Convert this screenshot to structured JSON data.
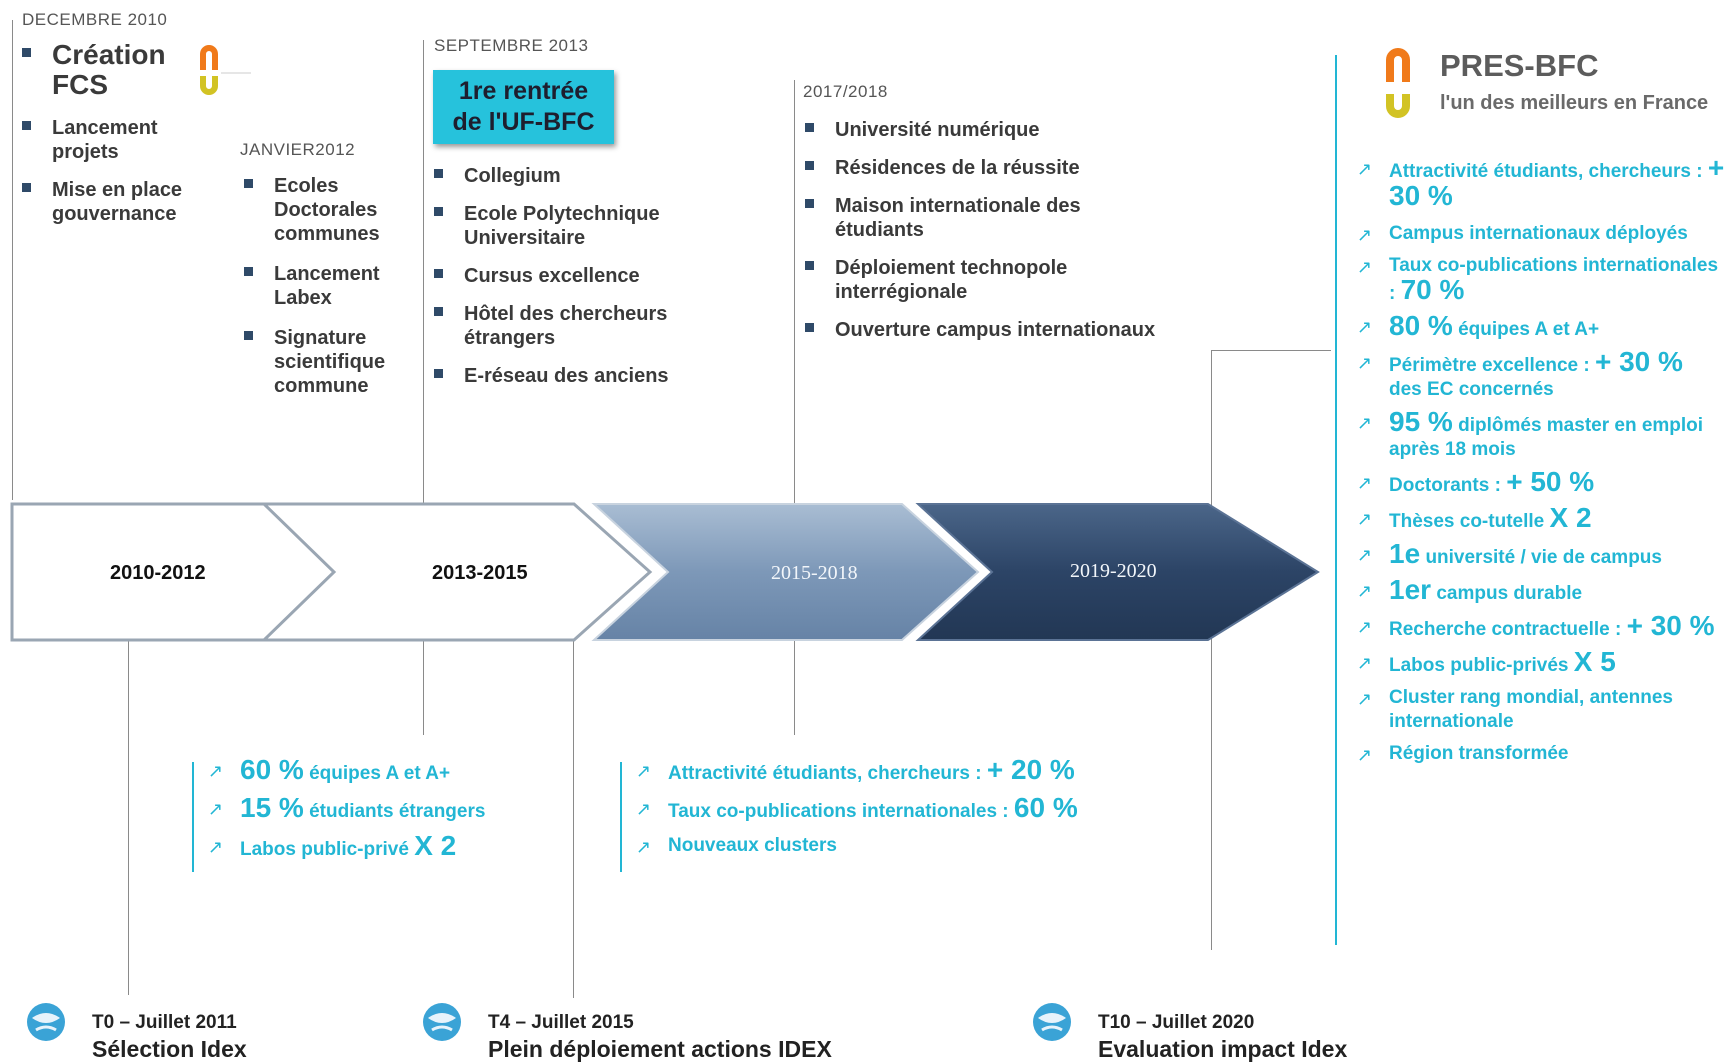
{
  "top_left": {
    "date": "DECEMBRE 2010",
    "creation_line1": "Création",
    "creation_line2": "FCS",
    "items": [
      "Lancement projets",
      "Mise en place gouvernance"
    ]
  },
  "jan2012": {
    "date": "JANVIER2012",
    "items": [
      "Ecoles Doctorales communes",
      "Lancement Labex",
      "Signature scientifique commune"
    ]
  },
  "sept2013": {
    "date": "SEPTEMBRE 2013",
    "box_line1": "1re rentrée",
    "box_line2": "de l'UF-BFC",
    "items": [
      "Collegium",
      "Ecole Polytechnique Universitaire",
      "Cursus excellence",
      "Hôtel des chercheurs étrangers",
      "E-réseau des anciens"
    ]
  },
  "y2017": {
    "date": "2017/2018",
    "items": [
      "Université numérique",
      "Résidences de la réussite",
      "Maison internationale des étudiants",
      "Déploiement technopole interrégionale",
      "Ouverture campus internationaux"
    ]
  },
  "pres": {
    "title": "PRES-BFC",
    "subtitle": "l'un des meilleurs en France",
    "targets": [
      {
        "text": "Attractivité étudiants, chercheurs : ",
        "big": "+ 30 %"
      },
      {
        "text": "Campus internationaux déployés",
        "big": ""
      },
      {
        "text": "Taux co-publications internationales : ",
        "big": "70 %"
      },
      {
        "text": "équipes A et A+",
        "big": "80 %",
        "big_first": true
      },
      {
        "text": "Périmètre excellence : ",
        "big": "+ 30 %",
        "tail": "des EC concernés"
      },
      {
        "text": "diplômés master en emploi après 18 mois",
        "big": "95 %",
        "big_first": true
      },
      {
        "text": "Doctorants : ",
        "big": "+ 50 %"
      },
      {
        "text": "Thèses co-tutelle ",
        "big": "X 2"
      },
      {
        "text": "université / vie de campus",
        "big": "1e",
        "big_first": true
      },
      {
        "text": "campus durable",
        "big": "1er",
        "big_first": true
      },
      {
        "text": "Recherche contractuelle : ",
        "big": "+ 30 %"
      },
      {
        "text": "Labos public-privés ",
        "big": "X 5"
      },
      {
        "text": "Cluster rang mondial, antennes internationale",
        "big": ""
      },
      {
        "text": "Région transformée",
        "big": ""
      }
    ]
  },
  "phases": [
    "2010-2012",
    "2013-2015",
    "2015-2018",
    "2019-2020"
  ],
  "mid_targets_left": [
    {
      "big": "60 %",
      "text": " équipes  A et A+"
    },
    {
      "big": "15 %",
      "text": " étudiants étrangers"
    },
    {
      "big": "",
      "text": "Labos public-privé ",
      "tail_big": "X 2"
    }
  ],
  "mid_targets_right": [
    {
      "text": "Attractivité étudiants, chercheurs : ",
      "big": "+ 20 %"
    },
    {
      "text": "Taux co-publications internationales : ",
      "big": "60 %"
    },
    {
      "text": "Nouveaux clusters",
      "big": ""
    }
  ],
  "milestones": [
    {
      "title": "T0 – Juillet 2011",
      "sub": "Sélection Idex"
    },
    {
      "title": "T4 – Juillet 2015",
      "sub": "Plein déploiement actions IDEX"
    },
    {
      "title": "T10 – Juillet 2020",
      "sub": "Evaluation impact Idex"
    }
  ],
  "colors": {
    "accent": "#22b6d4",
    "navy": "#2f4a68",
    "phase3": "#7f9ab9",
    "phase4": "#2c4466",
    "box": "#26c2dc"
  }
}
